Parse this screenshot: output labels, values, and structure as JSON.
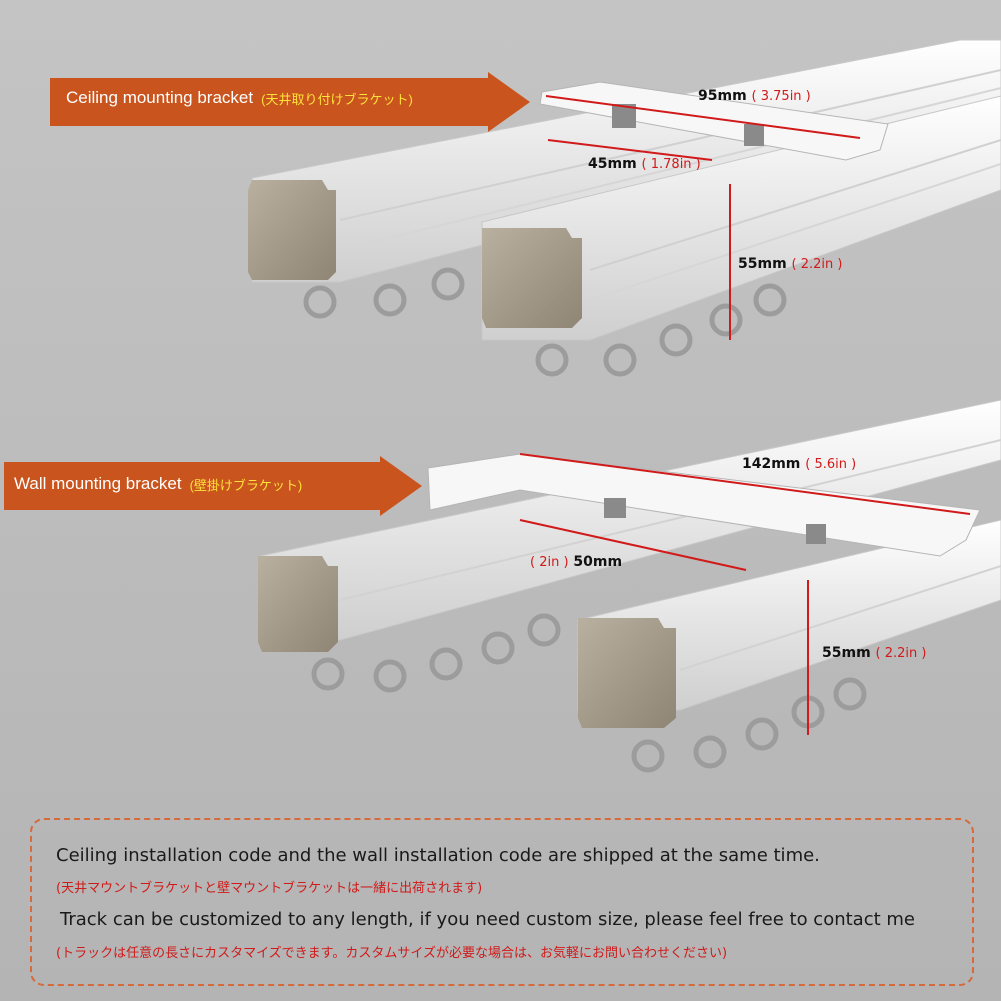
{
  "ceiling": {
    "label": "Ceiling mounting bracket",
    "label_jp": "(天井取り付けブラケット)",
    "dim_width_mm": "95mm",
    "dim_width_in": "( 3.75in )",
    "dim_rail_mm": "45mm",
    "dim_rail_in": "( 1.78in )",
    "dim_height_mm": "55mm",
    "dim_height_in": "( 2.2in )"
  },
  "wall": {
    "label": "Wall mounting bracket",
    "label_jp": "(壁掛けブラケット)",
    "dim_width_mm": "142mm",
    "dim_width_in": "( 5.6in )",
    "dim_rail_mm": "50mm",
    "dim_rail_in": "( 2in )",
    "dim_height_mm": "55mm",
    "dim_height_in": "( 2.2in )"
  },
  "notes": {
    "line1": "Ceiling installation code and the wall installation code are shipped at the same time.",
    "line1_jp": "(天井マウントブラケットと壁マウントブラケットは一緒に出荷されます)",
    "line2": "Track can be customized to any length, if you need custom size, please feel free to contact me",
    "line2_jp": "(トラックは任意の長さにカスタマイズできます。カスタムサイズが必要な場合は、お気軽にお問い合わせください)"
  },
  "colors": {
    "callout_orange": "#c9541d",
    "rail_white": "#f2f2f2",
    "endcap": "#a69b8a",
    "dim_red": "#d11a1a",
    "note_border": "#d66a3a"
  }
}
